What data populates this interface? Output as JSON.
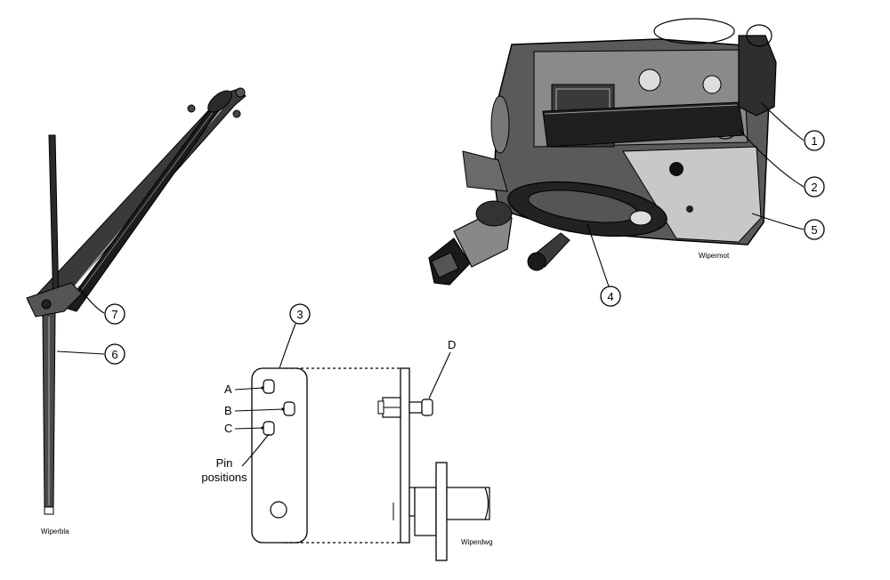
{
  "captions": {
    "blade": "Wiperbla",
    "motor": "Wipermot",
    "drawing": "Wiperdwg"
  },
  "callouts": {
    "c1": "1",
    "c2": "2",
    "c3": "3",
    "c4": "4",
    "c5": "5",
    "c6": "6",
    "c7": "7"
  },
  "pin_labels": {
    "a": "A",
    "b": "B",
    "c": "C",
    "d": "D"
  },
  "pin_positions_label": {
    "line1": "Pin",
    "line2": "positions"
  },
  "icons": [
    "wiper-blade-arm",
    "wiper-motor",
    "crank-plate-drawing"
  ]
}
